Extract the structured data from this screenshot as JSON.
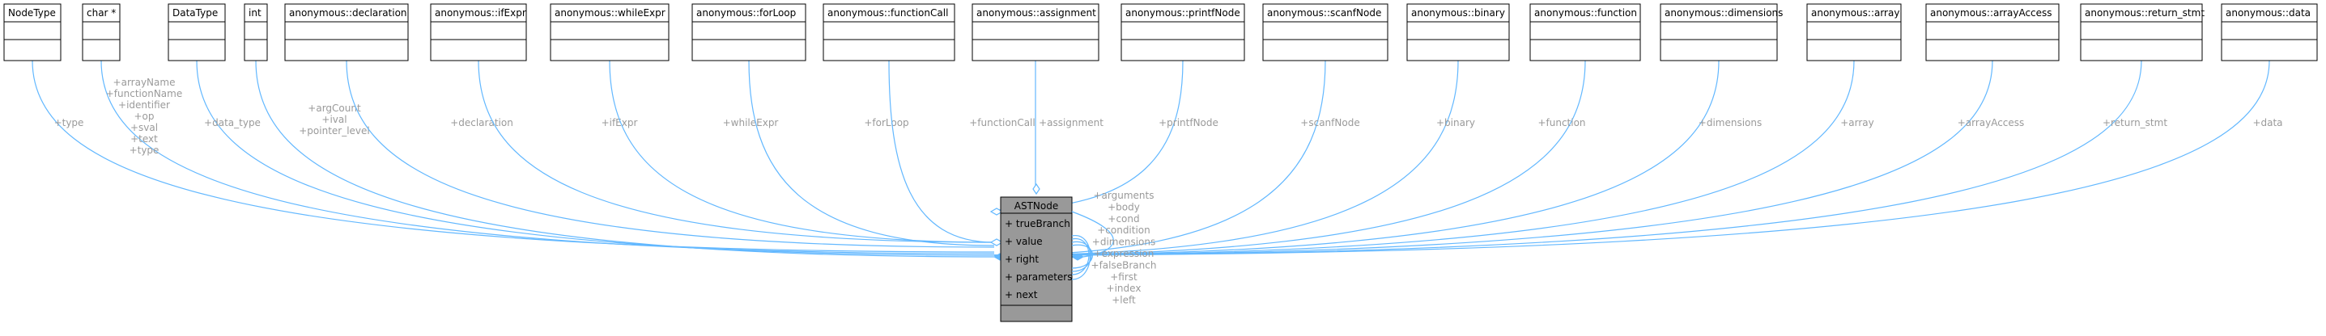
{
  "center": {
    "name": "ASTNode",
    "members": [
      "+ trueBranch",
      "+ value",
      "+ right",
      "+ parameters",
      "+ next"
    ]
  },
  "boxes": [
    {
      "name": "NodeType",
      "edge_labels": [
        "+type"
      ]
    },
    {
      "name": "char *",
      "edge_labels": [
        "+arrayName",
        "+functionName",
        "+identifier",
        "+op",
        "+sval",
        "+text",
        "+type"
      ]
    },
    {
      "name": "DataType",
      "edge_labels": [
        "+data_type"
      ]
    },
    {
      "name": "int",
      "edge_labels": [
        "+argCount",
        "+ival",
        "+pointer_level"
      ]
    },
    {
      "name": "anonymous::declaration",
      "edge_labels": [
        "+declaration"
      ]
    },
    {
      "name": "anonymous::ifExpr",
      "edge_labels": [
        "+ifExpr"
      ]
    },
    {
      "name": "anonymous::whileExpr",
      "edge_labels": [
        "+whileExpr"
      ]
    },
    {
      "name": "anonymous::forLoop",
      "edge_labels": [
        "+forLoop"
      ]
    },
    {
      "name": "anonymous::functionCall",
      "edge_labels": [
        "+functionCall"
      ]
    },
    {
      "name": "anonymous::assignment",
      "edge_labels": [
        "+assignment"
      ]
    },
    {
      "name": "anonymous::printfNode",
      "edge_labels": [
        "+printfNode"
      ]
    },
    {
      "name": "anonymous::scanfNode",
      "edge_labels": [
        "+scanfNode"
      ]
    },
    {
      "name": "anonymous::binary",
      "edge_labels": [
        "+binary"
      ]
    },
    {
      "name": "anonymous::function",
      "edge_labels": [
        "+function"
      ]
    },
    {
      "name": "anonymous::dimensions",
      "edge_labels": [
        "+dimensions"
      ]
    },
    {
      "name": "anonymous::array",
      "edge_labels": [
        "+array"
      ]
    },
    {
      "name": "anonymous::arrayAccess",
      "edge_labels": [
        "+arrayAccess"
      ]
    },
    {
      "name": "anonymous::return_stmt",
      "edge_labels": [
        "+return_stmt"
      ]
    },
    {
      "name": "anonymous::data",
      "edge_labels": [
        "+data"
      ]
    }
  ],
  "self_edge_labels": [
    "+arguments",
    "+body",
    "+cond",
    "+condition",
    "+dimensions",
    "+expression",
    "+falseBranch",
    "+first",
    "+index",
    "+left"
  ],
  "colors": {
    "edge": "#63b8ff",
    "label": "#9a9a9a",
    "center_fill": "#999999"
  }
}
